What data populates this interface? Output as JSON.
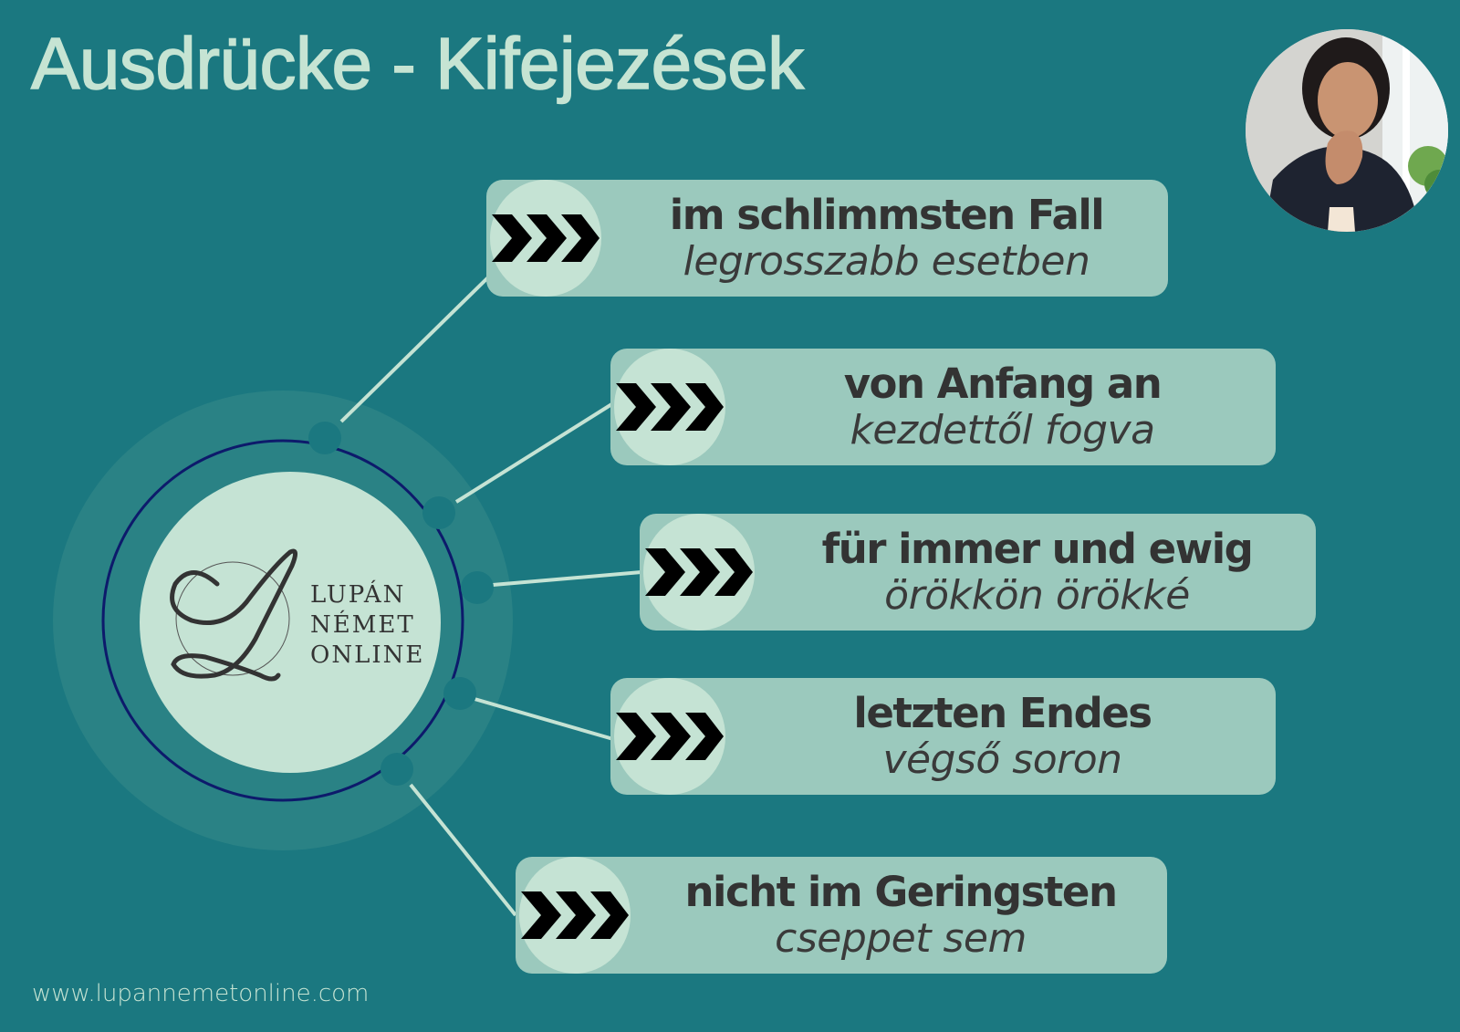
{
  "title": "Ausdrücke - Kifejezések",
  "logo": {
    "monogram": "L",
    "lines": [
      "LUPÁN",
      "NÉMET",
      "ONLINE"
    ]
  },
  "photo": {
    "alt": "portrait of woman with hand on chin"
  },
  "items": [
    {
      "german": "im schlimmsten Fall",
      "hungarian": "legrosszabb esetben",
      "icon": "triple-chevron-right-icon"
    },
    {
      "german": "von Anfang an",
      "hungarian": "kezdettől fogva",
      "icon": "triple-chevron-right-icon"
    },
    {
      "german": "für immer und ewig",
      "hungarian": "örökkön örökké",
      "icon": "triple-chevron-right-icon"
    },
    {
      "german": "letzten Endes",
      "hungarian": "végső soron",
      "icon": "triple-chevron-right-icon"
    },
    {
      "german": "nicht im Geringsten",
      "hungarian": "cseppet sem",
      "icon": "triple-chevron-right-icon"
    }
  ],
  "footer": {
    "url": "www.lupannemetonline.com"
  },
  "colors": {
    "background": "#1b7880",
    "halo": "#2a8285",
    "ring": "#0d1a6b",
    "light": "#c5e3d4",
    "card": "#9bc9bd",
    "text_dark": "#333333",
    "title": "#c6e4d3"
  }
}
